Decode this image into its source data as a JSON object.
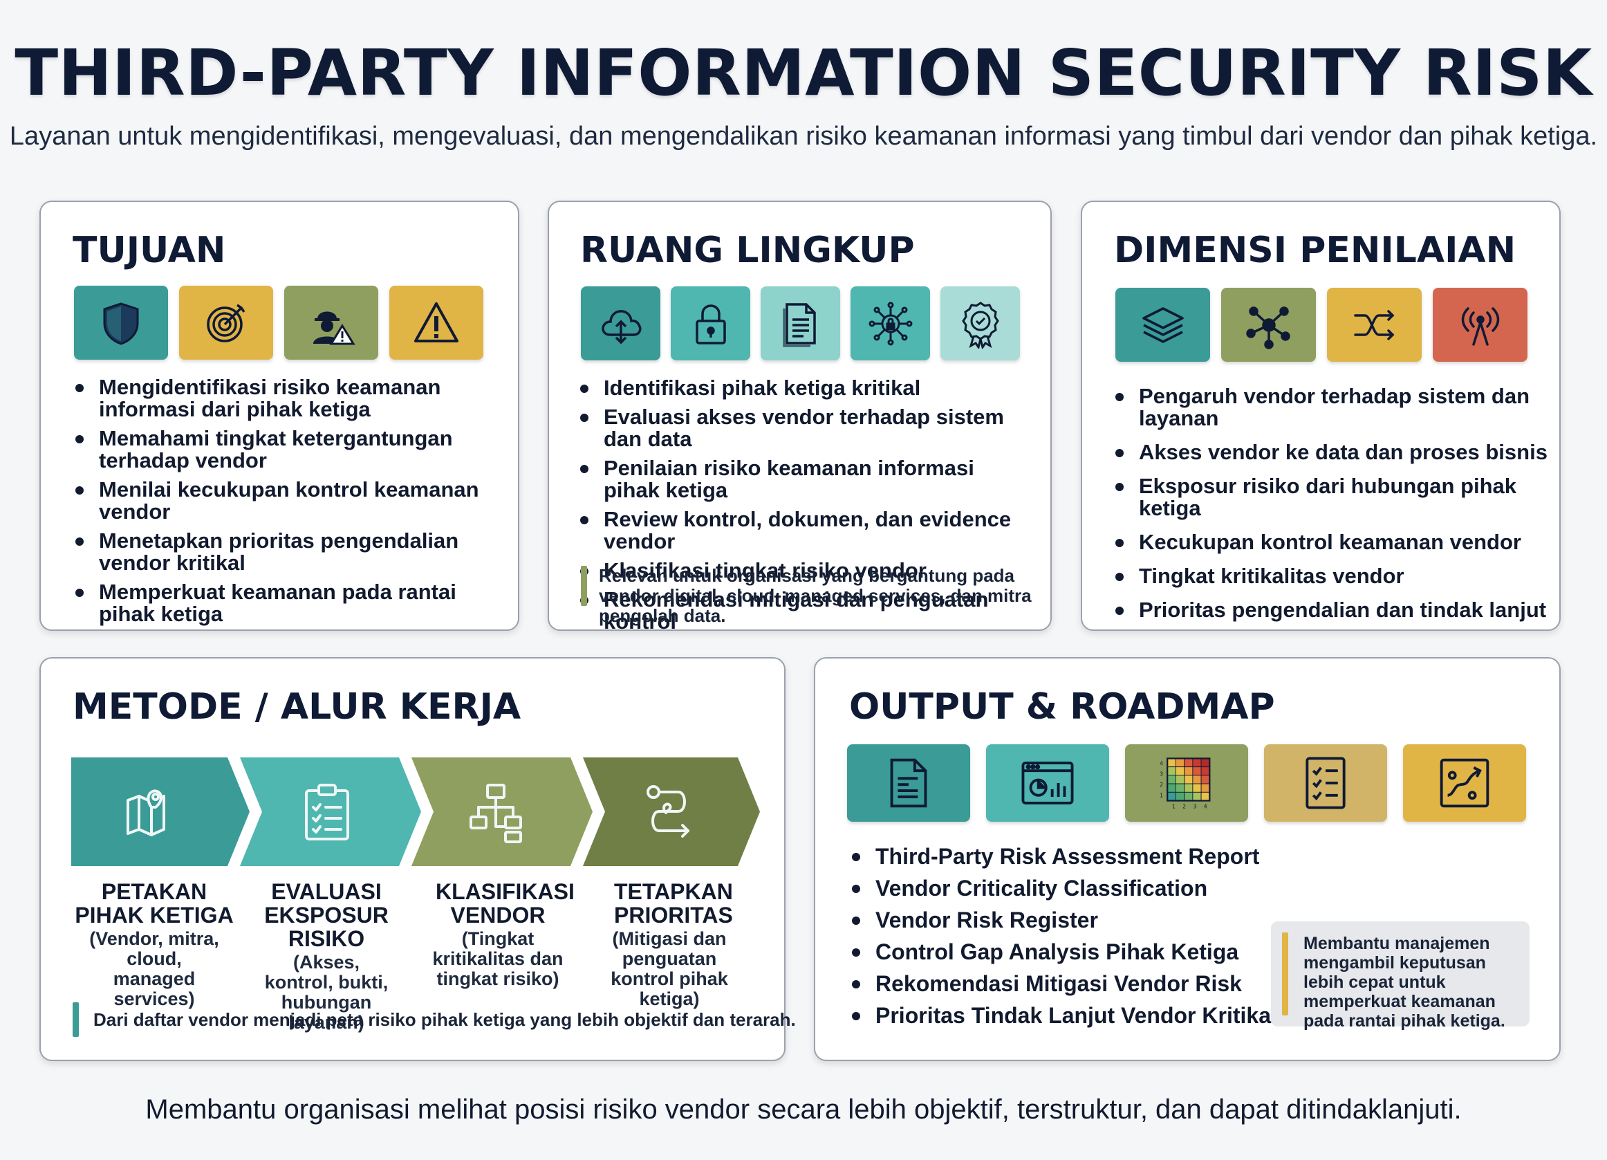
{
  "title": "THIRD-PARTY INFORMATION SECURITY RISK",
  "subtitle": "Layanan untuk mengidentifikasi, mengevaluasi, dan mengendalikan risiko keamanan informasi yang timbul dari vendor dan pihak ketiga.",
  "colors": {
    "teal": "#3a9b97",
    "teal_light": "#4fb6b0",
    "aqua": "#8ed2cc",
    "gold": "#e1b446",
    "olive": "#8e9f5f",
    "red": "#d4664f",
    "navy": "#0f1a35"
  },
  "tujuan": {
    "title": "TUJUAN",
    "icons": [
      "shield-icon",
      "target-icon",
      "worker-warning-icon",
      "warning-icon"
    ],
    "items": [
      "Mengidentifikasi risiko keamanan informasi dari pihak ketiga",
      "Memahami tingkat ketergantungan terhadap vendor",
      "Menilai kecukupan kontrol keamanan vendor",
      "Menetapkan prioritas pengendalian vendor kritikal",
      "Memperkuat keamanan pada rantai pihak ketiga"
    ]
  },
  "ruang_lingkup": {
    "title": "RUANG LINGKUP",
    "icons": [
      "cloud-icon",
      "lock-icon",
      "document-icon",
      "network-lock-icon",
      "certificate-icon"
    ],
    "items": [
      "Identifikasi pihak ketiga kritikal",
      "Evaluasi akses vendor terhadap sistem dan data",
      "Penilaian risiko keamanan informasi pihak ketiga",
      "Review kontrol, dokumen, dan evidence vendor",
      "Klasifikasi tingkat risiko vendor",
      "Rekomendasi mitigasi dan penguatan kontrol"
    ],
    "note": "Relevan untuk organisasi yang bergantung pada vendor digital, cloud, managed services, dan mitra pengolah data."
  },
  "dimensi": {
    "title": "DIMENSI PENILAIAN",
    "icons": [
      "layers-icon",
      "network-icon",
      "shuffle-icon",
      "antenna-icon"
    ],
    "items": [
      "Pengaruh vendor terhadap sistem dan layanan",
      "Akses vendor ke data dan proses bisnis",
      "Eksposur risiko dari hubungan pihak ketiga",
      "Kecukupan kontrol keamanan vendor",
      "Tingkat kritikalitas vendor",
      "Prioritas pengendalian dan tindak lanjut"
    ]
  },
  "metode": {
    "title": "METODE / ALUR KERJA",
    "steps": [
      {
        "head": "PETAKAN PIHAK KETIGA",
        "sub": "(Vendor, mitra, cloud, managed services)",
        "icon": "map-icon"
      },
      {
        "head": "EVALUASI EKSPOSUR RISIKO",
        "sub": "(Akses, kontrol, bukti, hubungan layanan)",
        "icon": "clipboard-icon"
      },
      {
        "head": "KLASIFIKASI VENDOR",
        "sub": "(Tingkat kritikalitas dan tingkat risiko)",
        "icon": "hierarchy-icon"
      },
      {
        "head": "TETAPKAN PRIORITAS",
        "sub": "(Mitigasi dan penguatan kontrol pihak ketiga)",
        "icon": "route-icon"
      }
    ],
    "note": "Dari daftar vendor menjadi peta risiko pihak ketiga yang lebih objektif dan terarah."
  },
  "output": {
    "title": "OUTPUT & ROADMAP",
    "icons": [
      "report-icon",
      "dashboard-icon",
      "heatmap-icon",
      "checklist-icon",
      "roadmap-icon"
    ],
    "heatmap_axis": {
      "y": [
        "4",
        "3",
        "2",
        "1"
      ],
      "x": [
        "1",
        "2",
        "3",
        "4"
      ]
    },
    "items": [
      "Third-Party Risk Assessment Report",
      "Vendor Criticality Classification",
      "Vendor Risk Register",
      "Control Gap Analysis Pihak Ketiga",
      "Rekomendasi Mitigasi Vendor Risk",
      "Prioritas Tindak Lanjut Vendor Kritikal"
    ],
    "note": "Membantu manajemen mengambil keputusan lebih cepat untuk memperkuat keamanan pada rantai pihak ketiga."
  },
  "footer": "Membantu organisasi melihat posisi risiko vendor secara lebih objektif, terstruktur, dan dapat ditindaklanjuti."
}
